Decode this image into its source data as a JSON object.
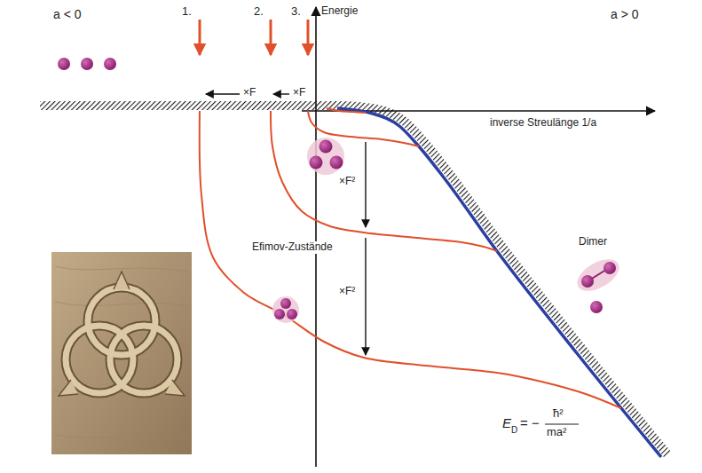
{
  "diagram": {
    "labels": [
      "a < 0",
      "1.",
      "2.",
      "3.",
      "Energie",
      "a > 0",
      "×F",
      "×F",
      "inverse Streulänge 1/a",
      "×F²",
      "×F²",
      "Efimov-Zustände",
      "Dimer",
      "E",
      "D",
      "= −",
      "ħ²",
      "ma²"
    ]
  }
}
